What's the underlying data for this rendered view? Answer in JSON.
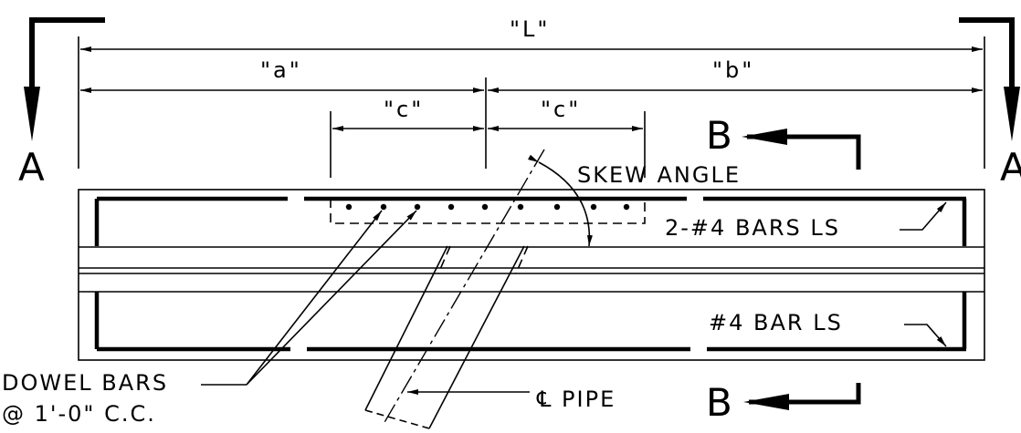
{
  "labels": {
    "dim_L": "\"L\"",
    "dim_a": "\"a\"",
    "dim_b": "\"b\"",
    "dim_c_left": "\"c\"",
    "dim_c_right": "\"c\"",
    "section_A_left": "A",
    "section_A_right": "A",
    "section_B_top": "B",
    "section_B_bottom": "B",
    "skew_angle": "SKEW ANGLE",
    "bars_top": "2-#4 BARS LS",
    "bar_bottom": "#4 BAR LS",
    "dowel_line1": "DOWEL BARS",
    "dowel_line2": "@ 1'-0\" C.C.",
    "pipe_label": "℄ PIPE"
  },
  "colors": {
    "ink": "#000000",
    "background": "#ffffff"
  }
}
